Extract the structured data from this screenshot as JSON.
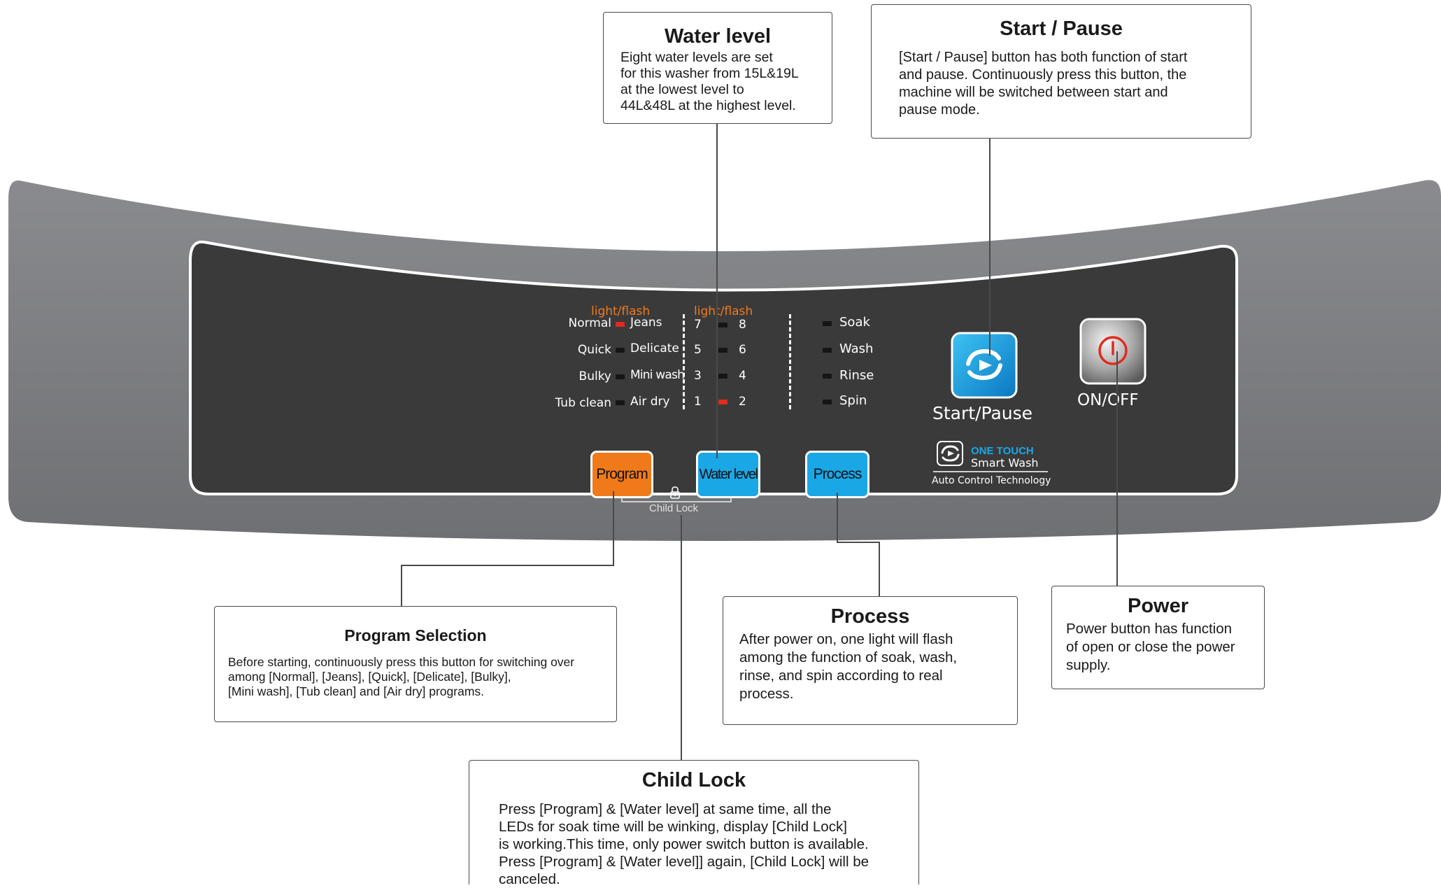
{
  "callouts": {
    "water_level": {
      "title": "Water level",
      "lines": [
        "Eight water levels are set",
        "for this washer from 15L&19L",
        "at the lowest level to",
        "44L&48L at the highest level."
      ]
    },
    "start_pause": {
      "title": "Start / Pause",
      "lines": [
        "[Start / Pause] button has both function of start",
        "and pause. Continuously press this button, the",
        "machine will be switched between start and",
        "pause mode."
      ]
    },
    "program_selection": {
      "title": "Program Selection",
      "lines": [
        "Before starting, continuously press this button for switching over",
        "among [Normal], [Jeans], [Quick], [Delicate], [Bulky],",
        "[Mini  wash], [Tub  clean] and [Air dry] programs."
      ]
    },
    "process": {
      "title": "Process",
      "lines": [
        "After power on,  one light will flash",
        "among the function of soak,  wash,",
        "rinse, and spin according to real",
        "process."
      ]
    },
    "power": {
      "title": "Power",
      "lines": [
        "Power button has function",
        "of open or close the power",
        "supply."
      ]
    },
    "child_lock": {
      "title": "Child Lock",
      "lines": [
        "Press [Program] & [Water level] at same time, all the",
        "LEDs for soak time will be winking, display [Child Lock]",
        "is working.This time, only power switch button is available.",
        "Press [Program] & [Water level]] again, [Child Lock] will be",
        "canceled."
      ]
    }
  },
  "panel": {
    "flash_labels": [
      "light/flash",
      "light/flash"
    ],
    "programs_left": [
      "Normal",
      "Quick",
      "Bulky",
      "Tub clean"
    ],
    "programs_right": [
      "Jeans",
      "Delicate",
      "Mini wash",
      "Air dry"
    ],
    "levels_left": [
      "7",
      "5",
      "3",
      "1"
    ],
    "levels_right": [
      "8",
      "6",
      "4",
      "2"
    ],
    "process_steps": [
      "Soak",
      "Wash",
      "Rinse",
      "Spin"
    ],
    "buttons": {
      "program": "Program",
      "water_level": "Water level",
      "process": "Process",
      "start_pause": "Start/Pause",
      "on_off": "ON/OFF"
    },
    "child_lock_label": "Child Lock",
    "brand": {
      "line1": "ONE TOUCH",
      "line2": "Smart Wash",
      "tagline": "Auto Control Technology"
    },
    "active_leds": {
      "program": "Normal",
      "water_level": "2"
    }
  },
  "colors": {
    "panel_outer": "#808184",
    "panel_inner": "#3a3a3b",
    "program_button": "#f07a1a",
    "water_level_button": "#1aa7e6",
    "process_button": "#1aa7e6",
    "led_on": "#e32a1c",
    "flash_text": "#f07a1a",
    "brand_blue": "#1aa7e6"
  },
  "icons": [
    "smart-wash-icon",
    "power-icon",
    "lock-icon"
  ]
}
